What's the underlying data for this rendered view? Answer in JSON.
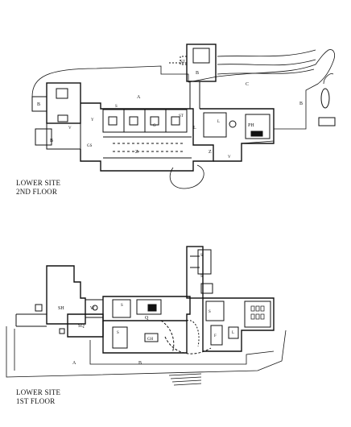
{
  "upper_plan": {
    "caption_line1": "LOWER SITE",
    "caption_line2": "2ND FLOOR",
    "room_labels": [
      "A",
      "B",
      "B",
      "B",
      "B",
      "C",
      "Z",
      "Z",
      "L",
      "PH",
      "GS",
      "ST",
      "ST",
      "V",
      "Y",
      "S",
      "G",
      "L",
      "V"
    ]
  },
  "lower_plan": {
    "caption_line1": "LOWER SITE",
    "caption_line2": "1ST FLOOR",
    "room_labels": [
      "SH",
      "W",
      "SQ",
      "S",
      "Q",
      "S",
      "GH",
      "S",
      "S",
      "F",
      "A",
      "B",
      "L",
      "S"
    ]
  }
}
